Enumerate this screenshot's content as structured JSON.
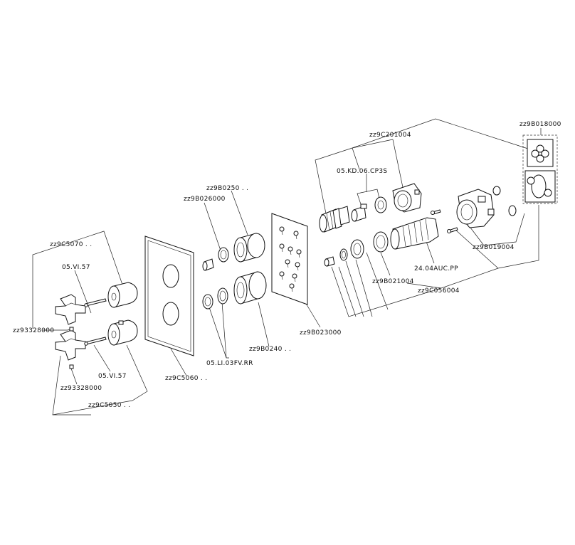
{
  "labels": {
    "zz9B018000": "zz9B018000",
    "zz9C201004": "zz9C201004",
    "kd06": "05.KD.06.CP3S",
    "zz9B0250": "zz9B0250 . .",
    "zz9B026000": "zz9B026000",
    "zz9C5070": "zz9C5070 . .",
    "vi57_top": "05.VI.57",
    "zz93328000_left": "zz93328000",
    "zz9B019004": "zz9B019004",
    "auc_pp": "24.04AUC.PP",
    "zz9B021004": "zz9B021004",
    "zz9C056004": "zz9C056004",
    "zz9B023000": "zz9B023000",
    "zz9B0240": "zz9B0240 . .",
    "li03": "05.LI.03FV.RR",
    "zz9C5060": "zz9C5060 . .",
    "vi57_bottom": "05.VI.57",
    "zz93328000_bottom": "zz93328000",
    "zz9C5050": "zz9C5050 . ."
  }
}
